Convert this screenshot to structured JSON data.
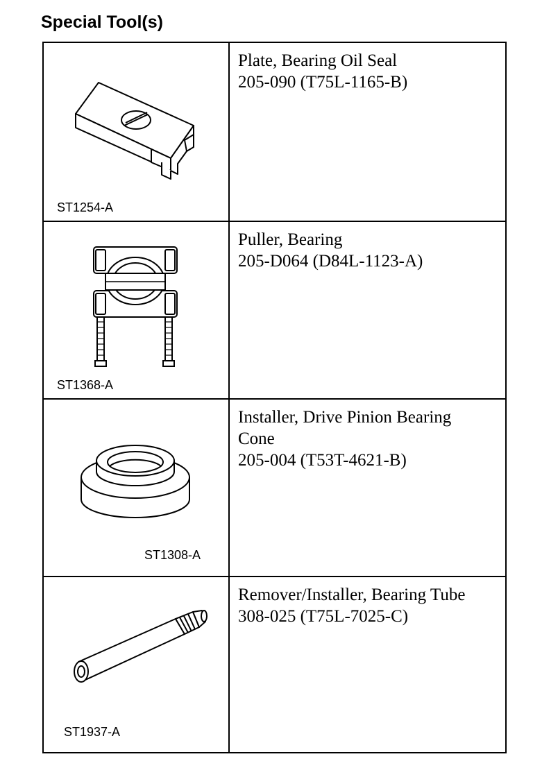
{
  "page": {
    "title": "Special Tool(s)"
  },
  "tools": [
    {
      "figure": "ST1254-A",
      "icon": "bearing-oil-seal-plate-icon",
      "name": "Plate, Bearing Oil Seal",
      "part_number": "205-090 (T75L-1165-B)"
    },
    {
      "figure": "ST1368-A",
      "icon": "bearing-puller-icon",
      "name": "Puller, Bearing",
      "part_number": "205-D064 (D84L-1123-A)"
    },
    {
      "figure": "ST1308-A",
      "icon": "pinion-bearing-cone-installer-icon",
      "name_line1": "Installer, Drive Pinion Bearing",
      "name_line2": "Cone",
      "part_number": "205-004 (T53T-4621-B)"
    },
    {
      "figure": "ST1937-A",
      "icon": "bearing-tube-remover-installer-icon",
      "name": "Remover/Installer, Bearing Tube",
      "part_number": "308-025 (T75L-7025-C)"
    }
  ]
}
